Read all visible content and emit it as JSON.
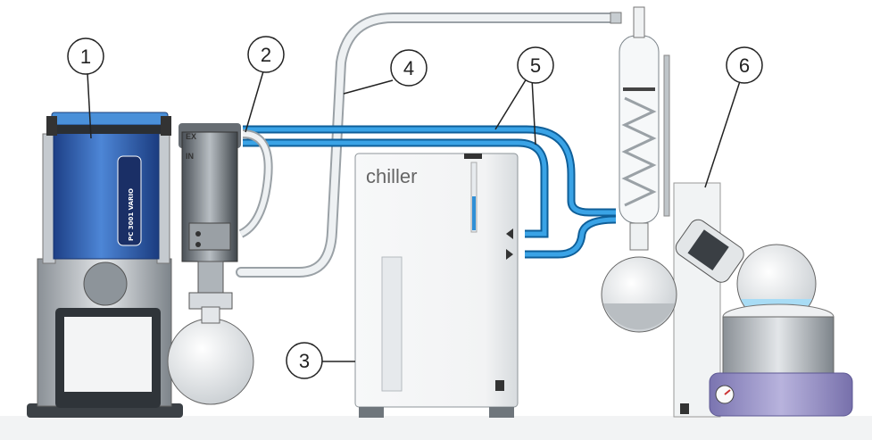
{
  "diagram": {
    "callouts": [
      {
        "id": "1",
        "label": "1"
      },
      {
        "id": "2",
        "label": "2"
      },
      {
        "id": "3",
        "label": "3"
      },
      {
        "id": "4",
        "label": "4"
      },
      {
        "id": "5",
        "label": "5"
      },
      {
        "id": "6",
        "label": "6"
      }
    ],
    "chiller_label": "chiller",
    "pump_label": "PC 3001 VARIO",
    "port_ex": "EX",
    "port_in": "IN",
    "colors": {
      "coolant_tube": "#1f7fc4",
      "vacuum_hose": "#e6ebee",
      "pump_body": "#2f63b5",
      "heating_bath": "#9e98c9"
    }
  }
}
